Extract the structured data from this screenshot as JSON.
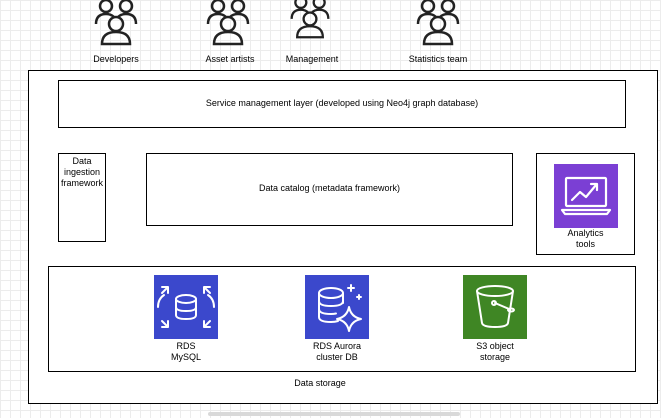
{
  "personas": [
    {
      "label": "Developers",
      "icon": "users-group-icon"
    },
    {
      "label": "Asset artists",
      "icon": "users-group-icon"
    },
    {
      "label": "Management",
      "icon": "users-group-icon"
    },
    {
      "label": "Statistics team",
      "icon": "users-group-icon"
    }
  ],
  "layers": {
    "service_management": "Service management layer (developed using Neo4j graph database)",
    "data_ingestion_line1": "Data",
    "data_ingestion_line2": "ingestion",
    "data_ingestion_line3": "framework",
    "data_catalog": "Data catalog (metadata framework)",
    "analytics_line1": "Analytics",
    "analytics_line2": "tools",
    "data_storage": "Data storage"
  },
  "storage_services": [
    {
      "line1": "RDS",
      "line2": "MySQL",
      "icon": "rds-icon",
      "color": "#3B48CC"
    },
    {
      "line1": "RDS Aurora",
      "line2": "cluster DB",
      "icon": "aurora-icon",
      "color": "#3B48CC"
    },
    {
      "line1": "S3 object",
      "line2": "storage",
      "icon": "s3-bucket-icon",
      "color": "#3F8624"
    }
  ],
  "colors": {
    "analytics_icon": "#7B3FD4",
    "database_icon": "#3B48CC",
    "storage_icon": "#3F8624"
  }
}
